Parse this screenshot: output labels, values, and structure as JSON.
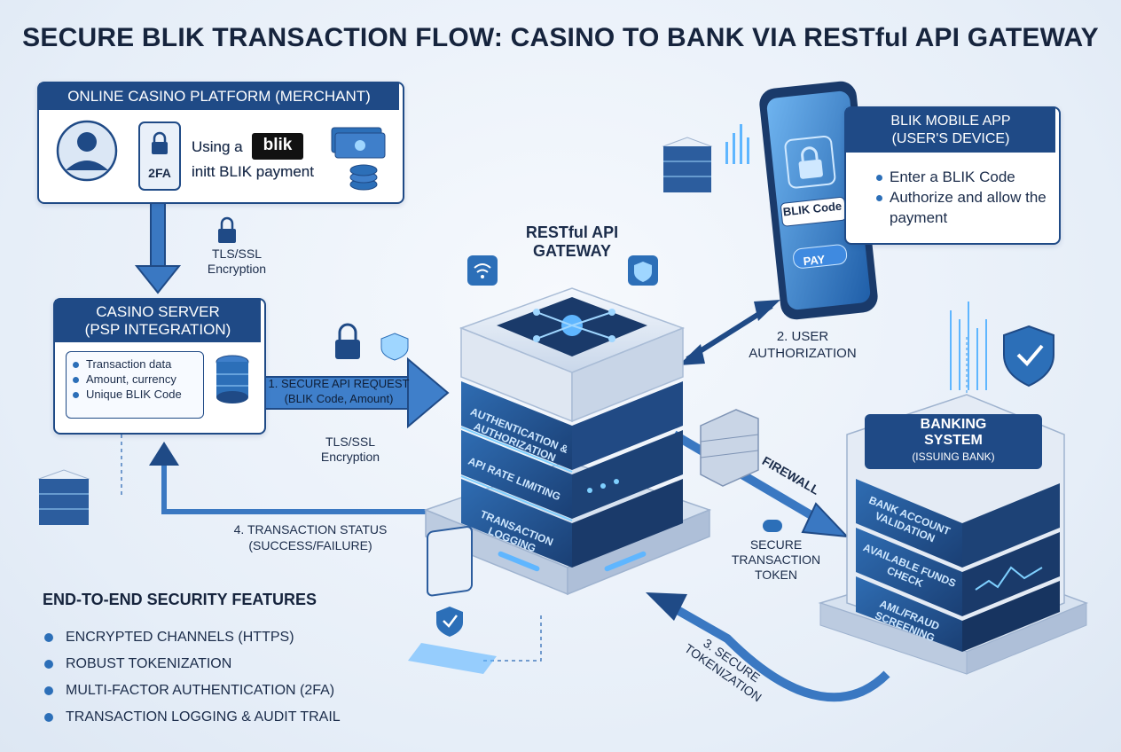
{
  "title": "SECURE BLIK TRANSACTION FLOW: CASINO TO BANK VIA RESTful API GATEWAY",
  "casino_platform": {
    "header": "ONLINE CASINO PLATFORM (MERCHANT)",
    "phone_label": "2FA",
    "text_line1": "Using a",
    "text_line2": "initt BLIK payment",
    "logo_text": "blik"
  },
  "tls_top": {
    "line1": "TLS/SSL",
    "line2": "Encryption"
  },
  "casino_server": {
    "header_line1": "CASINO SERVER",
    "header_line2": "(PSP INTEGRATION)",
    "items": [
      "Transaction data",
      "Amount, currency",
      "Unique BLIK Code"
    ]
  },
  "api_gateway": {
    "label_line1": "RESTful API",
    "label_line2": "GATEWAY",
    "layers": [
      "AUTHENTICATION & AUTHORIZATION",
      "API RATE LIMITING",
      "TRANSACTION LOGGING"
    ]
  },
  "blik_app": {
    "header_line1": "BLIK MOBILE APP",
    "header_line2": "(USER'S DEVICE)",
    "items": [
      "Enter a BLIK Code",
      "Authorize and allow the payment"
    ],
    "phone_code_label": "BLIK Code",
    "phone_pay_button": "PAY"
  },
  "banking": {
    "header_line1": "BANKING",
    "header_line2": "SYSTEM",
    "header_line3": "(ISSUING BANK)",
    "layers": [
      "BANK ACCOUNT VALIDATION",
      "AVAILABLE FUNDS CHECK",
      "AML/FRAUD SCREENING"
    ]
  },
  "flows": {
    "step1_line1": "1. SECURE API REQUEST",
    "step1_line2": "(BLIK Code, Amount)",
    "tls_mid_line1": "TLS/SSL",
    "tls_mid_line2": "Encryption",
    "step2_line1": "2. USER",
    "step2_line2": "AUTHORIZATION",
    "step3_line1": "3. SECURE",
    "step3_line2": "TOKENIZATION",
    "step4_line1": "4. TRANSACTION STATUS",
    "step4_line2": "(SUCCESS/FAILURE)",
    "firewall": "FIREWALL",
    "token_line1": "SECURE",
    "token_line2": "TRANSACTION",
    "token_line3": "TOKEN"
  },
  "security": {
    "heading": "END-TO-END SECURITY FEATURES",
    "items": [
      "ENCRYPTED CHANNELS (HTTPS)",
      "ROBUST TOKENIZATION",
      "MULTI-FACTOR AUTHENTICATION (2FA)",
      "TRANSACTION LOGGING & AUDIT TRAIL"
    ]
  },
  "colors": {
    "primary": "#1f4a86",
    "accent": "#2c6fb8",
    "glow": "#5fb6ff",
    "dark": "#16243d"
  },
  "icons": [
    "user-icon",
    "lock-icon",
    "cash-icon",
    "coins-icon",
    "shield-icon",
    "wifi-icon",
    "server-icon",
    "firewall-icon"
  ]
}
